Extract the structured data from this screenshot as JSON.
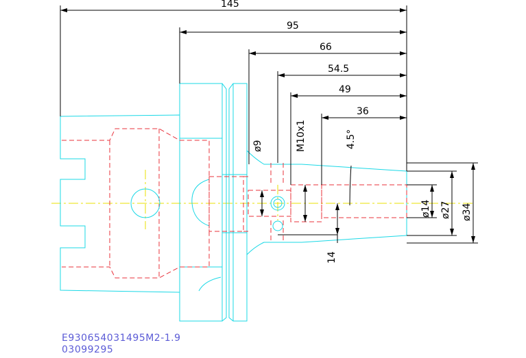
{
  "dimensions": {
    "len_145": "145",
    "len_95": "95",
    "len_66": "66",
    "len_54_5": "54.5",
    "len_49": "49",
    "len_36": "36",
    "dia_9": "ø9",
    "thread": "M10x1",
    "angle": "4.5°",
    "dia_14": "ø14",
    "dia_27": "ø27",
    "dia_34": "ø34",
    "len_14": "14"
  },
  "caption": {
    "part_number": "E930654031495M2-1.9",
    "drawing_number": "03099295"
  },
  "colors": {
    "outline": "#19d8e6",
    "hidden": "#e8303a",
    "centerline": "#e8e000",
    "dimension": "#000000",
    "caption": "#5b5bd6"
  }
}
